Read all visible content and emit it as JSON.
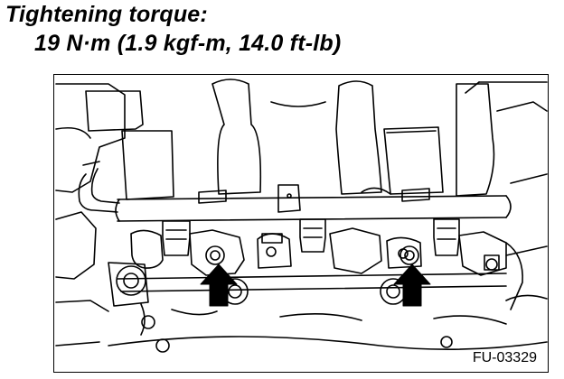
{
  "spec": {
    "label": "Tightening torque:",
    "value": "19 N·m (1.9 kgf-m, 14.0 ft-lb)"
  },
  "figure": {
    "id": "FU-03329"
  },
  "icons": {
    "left_arrow": "up-arrow-icon",
    "right_arrow": "up-arrow-icon"
  }
}
